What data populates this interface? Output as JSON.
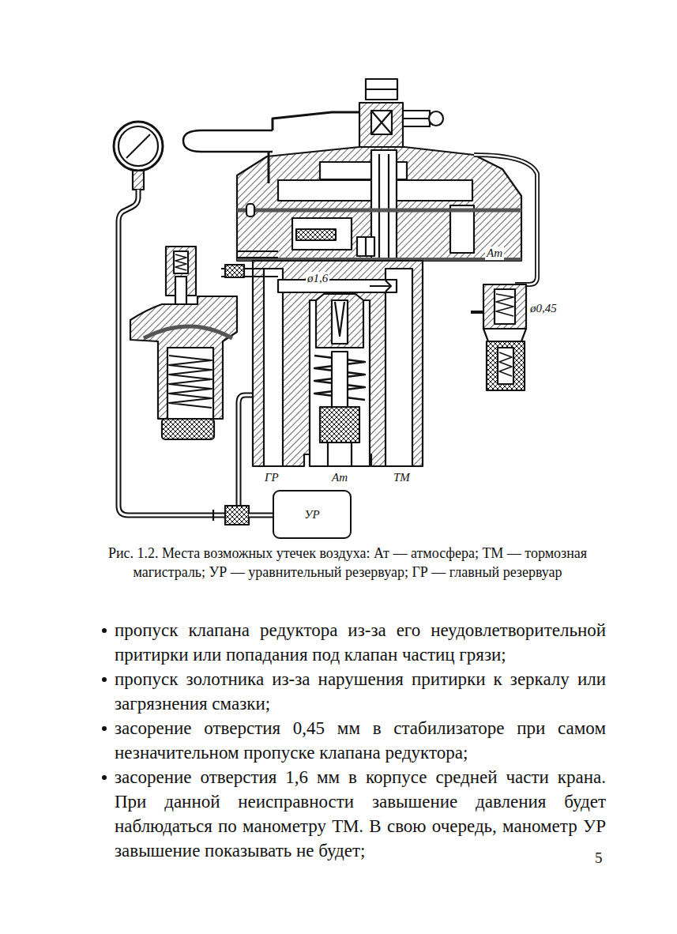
{
  "diagram": {
    "caption": "Рис. 1.2. Места возможных утечек воздуха: Ат — атмосфера; ТМ — тормозная магистраль; УР — уравнительный резервуар; ГР — главный резервуар",
    "nodes": [
      {
        "text": [
          "УР"
        ]
      }
    ],
    "labels": [
      "Ат",
      "ø1,6",
      "ø0,45",
      "ГР",
      "Ат",
      "ТМ",
      "пропуск клапана редуктора из-за его неудовлетворительной притирки или попадания под клапан частиц грязи;",
      "пропуск золотника из-за нарушения притирки к зеркалу или загрязнения смазки;",
      "засорение отверстия 0,45 мм в стабилизаторе при самом незначительном пропуске клапана редуктора;",
      "засорение отверстия 1,6 мм в корпусе средней части крана. При данной неисправности завышение давления будет наблюдаться по манометру ТМ. В свою очередь, манометр УР завышение показывать не будет;",
      "5"
    ]
  }
}
